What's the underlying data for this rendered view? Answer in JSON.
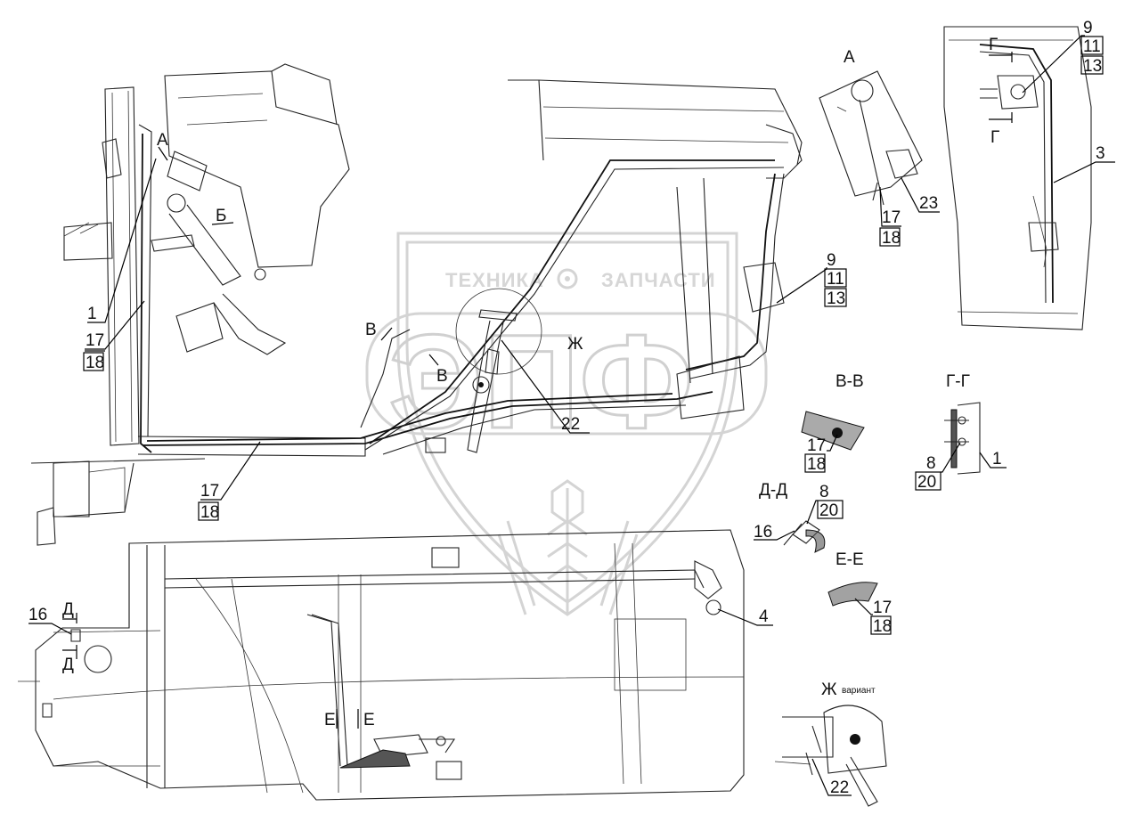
{
  "watermark": {
    "left_word": "ТЕХНИКА",
    "right_word": "ЗАПЧАСТИ",
    "logo": "ЭПФ",
    "gear_icon": "gear-icon"
  },
  "view_labels": {
    "view_a": "А",
    "section_v": "В-В",
    "section_g": "Г-Г",
    "section_d": "Д-Д",
    "section_e": "Е-Е",
    "view_zh": "Ж",
    "view_zh_note": "вариант"
  },
  "arrows": {
    "a": "А",
    "b": "Б",
    "v_top": "В",
    "v_bottom": "В",
    "zh": "Ж",
    "g_top": "Г",
    "g_bottom": "Г",
    "d_top": "Д",
    "d_bottom": "Д",
    "e_left": "Е",
    "e_right": "Е"
  },
  "callouts": {
    "c1": "1",
    "c17_18_left_a": "17",
    "c17_18_left_b": "18",
    "c17_18_floor_a": "17",
    "c17_18_floor_b": "18",
    "c22": "22",
    "c9_a": "9",
    "c9_b": "11",
    "c9_c": "13",
    "c23": "23",
    "c17_18_a_view_a": "17",
    "c17_18_a_view_b": "18",
    "c9r_a": "9",
    "c9r_b": "11",
    "c9r_c": "13",
    "c3": "3",
    "c17_18_vv_a": "17",
    "c17_18_vv_b": "18",
    "c8_20_g_a": "8",
    "c8_20_g_b": "20",
    "c1_g": "1",
    "c8_20_d_a": "8",
    "c8_20_d_b": "20",
    "c16_d": "16",
    "c17_18_ee_a": "17",
    "c17_18_ee_b": "18",
    "c4": "4",
    "c16_tank": "16",
    "c22_zh": "22"
  }
}
